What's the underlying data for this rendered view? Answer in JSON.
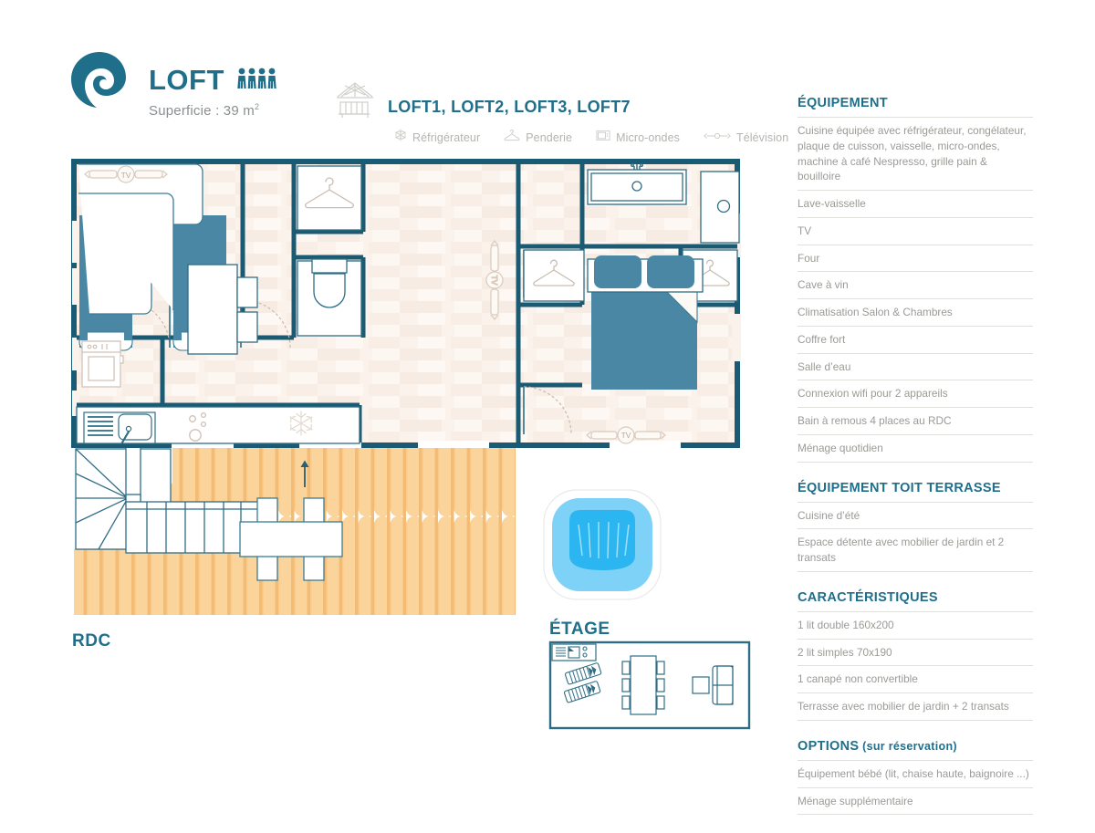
{
  "header": {
    "logo_icon": "spiral-wave-logo",
    "title": "LOFT",
    "capacity_icon": "four-people-icon",
    "capacity_count": 4,
    "superficie_label": "Superficie : 39 m",
    "superficie_exponent": "2",
    "pergola_icon": "pergola-terrace-icon",
    "codes": "LOFT1, LOFT2, LOFT3, LOFT7",
    "legend": [
      {
        "icon": "snowflake-refrigerator-icon",
        "label": "Réfrigérateur"
      },
      {
        "icon": "hanger-wardrobe-icon",
        "label": "Penderie"
      },
      {
        "icon": "microwave-icon",
        "label": "Micro-ondes"
      },
      {
        "icon": "television-icon",
        "label": "Télévision"
      }
    ]
  },
  "sections": [
    {
      "id": "equipement",
      "title": "ÉQUIPEMENT",
      "subtitle": "",
      "items": [
        "Cuisine équipée avec réfrigérateur, congélateur, plaque de cuisson, vaisselle, micro-ondes, machine à café Nespresso, grille pain & bouilloire",
        "Lave-vaisselle",
        "TV",
        "Four",
        "Cave à vin",
        "Climatisation Salon & Chambres",
        "Coffre fort",
        "Salle d’eau",
        "Connexion wifi pour 2 appareils",
        "Bain à remous 4 places au RDC",
        "Ménage quotidien"
      ]
    },
    {
      "id": "equipement-toit-terrasse",
      "title": "ÉQUIPEMENT TOIT TERRASSE",
      "subtitle": "",
      "items": [
        "Cuisine d’été",
        "Espace détente avec  mobilier de jardin et 2 transats"
      ]
    },
    {
      "id": "caracteristiques",
      "title": "CARACTÉRISTIQUES",
      "subtitle": "",
      "items": [
        "1 lit double 160x200",
        "2 lit simples 70x190",
        "1 canapé non convertible",
        "Terrasse avec mobilier de jardin + 2 transats"
      ]
    },
    {
      "id": "options",
      "title": "OPTIONS",
      "subtitle": " (sur réservation)",
      "items": [
        "Équipement bébé (lit, chaise haute, baignoire ...)",
        "Ménage supplémentaire"
      ]
    }
  ],
  "floorplans": {
    "rdc": {
      "label": "RDC",
      "markers": [
        {
          "name": "tv-marker-living",
          "text": "TV",
          "orientation": "horizontal"
        },
        {
          "name": "tv-marker-hall",
          "text": "TV",
          "orientation": "vertical"
        },
        {
          "name": "tv-marker-bedroom",
          "text": "TV",
          "orientation": "horizontal"
        }
      ],
      "rooms": [
        "chambre-lits-simples",
        "salle-d-eau",
        "wc",
        "penderie",
        "cuisine",
        "salon",
        "chambre-double",
        "terrasse"
      ],
      "furniture": [
        "single-bed-left",
        "single-bed-right",
        "double-bed",
        "sofa-l-shape",
        "dining-table-indoor",
        "kitchen-sink",
        "kitchen-oven",
        "cooktop-burners",
        "refrigerator",
        "toilet",
        "shower",
        "vanity-sink",
        "staircase",
        "outdoor-dining-table",
        "hot-tub"
      ],
      "direction_arrow": "up-arrow"
    },
    "etage": {
      "label": "ÉTAGE",
      "furniture": [
        "summer-kitchen",
        "sun-lounger-1",
        "sun-lounger-2",
        "dining-table-6-seats",
        "sofa",
        "side-table"
      ]
    }
  },
  "colors": {
    "brand_teal": "#1f6f8b",
    "wall_dark": "#1a5a72",
    "furniture_fill": "#4a87a4",
    "floor_beige": "#fbf3ec",
    "deck_orange": "#f8c887",
    "hot_tub_rim": "#7fd2f7",
    "hot_tub_water": "#2bb6f2",
    "text_grey": "#9a9a96",
    "rule_grey": "#dfdfdc"
  }
}
